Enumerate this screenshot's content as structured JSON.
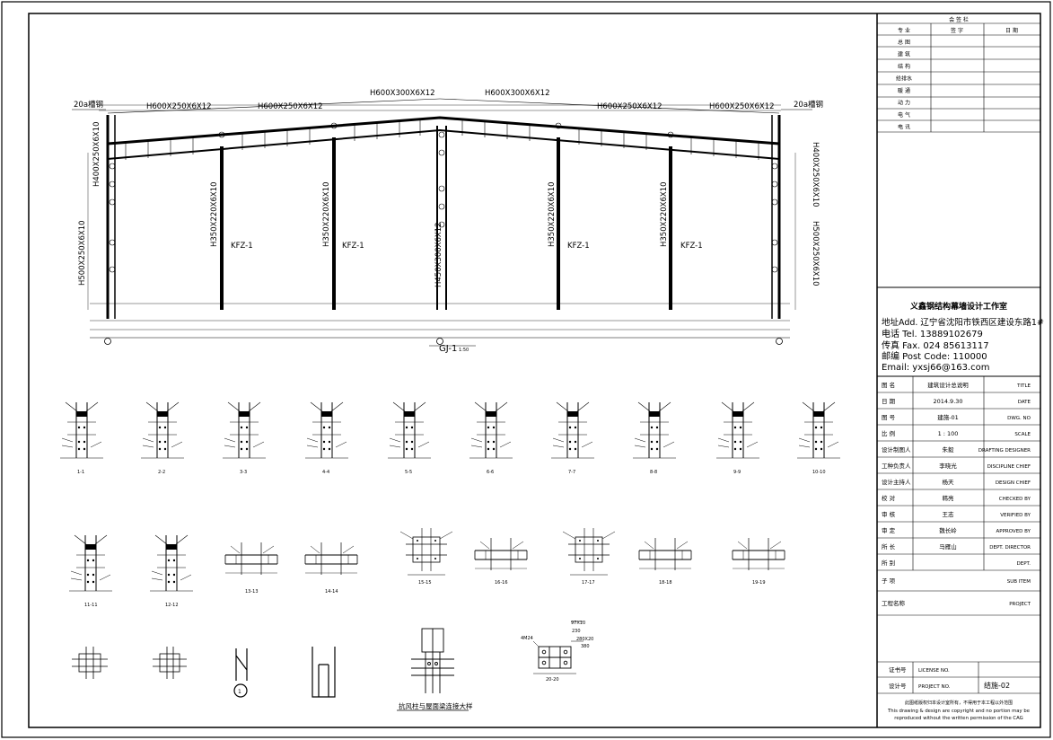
{
  "frame": {
    "bay_labels": [
      "H600X250X6X12",
      "H600X250X6X12",
      "H600X300X6X12",
      "H600X300X6X12",
      "H600X250X6X12",
      "H600X250X6X12"
    ],
    "left_channel": "20a槽钢",
    "right_channel": "20a槽钢",
    "left_col_upper": "H400X250X6X10",
    "left_col_lower": "H500X250X6X10",
    "right_col_upper": "H400X250X6X10",
    "right_col_lower": "H500X250X6X10",
    "inner_cols": [
      "H350X220X6X10",
      "H350X220X6X10",
      "H450X300X6X12",
      "H350X220X6X10",
      "H350X220X6X10"
    ],
    "kfz_labels": [
      "KFZ-1",
      "KFZ-1",
      "KFZ-1",
      "KFZ-1"
    ],
    "frame_title": "GJ-1",
    "frame_scale": "1:50"
  },
  "details": {
    "row1": [
      "1-1",
      "2-2",
      "3-3",
      "4-4",
      "5-5",
      "6-6",
      "7-7",
      "8-8",
      "9-9",
      "10-10"
    ],
    "row2": [
      "11-11",
      "12-12",
      "13-13",
      "14-14",
      "15-15",
      "16-16",
      "17-17",
      "18-18",
      "19-19"
    ],
    "row3_caption": "抗风柱与屋面梁连接大样",
    "row3_section": "20-20",
    "row3_circle": "1",
    "bolt_dims": [
      "97X10",
      "230",
      "280X20",
      "380"
    ],
    "bolt_note": "4M24"
  },
  "signoff": {
    "header": "会 签 栏",
    "cols": [
      "专  业",
      "签  字",
      "日  期"
    ],
    "rows": [
      "总 图",
      "建 筑",
      "结 构",
      "给排水",
      "暖 通",
      "动 力",
      "电 气",
      "电 讯"
    ]
  },
  "studio": {
    "name": "义鑫钢结构幕墙设计工作室",
    "addr": "地址Add. 辽宁省沈阳市铁西区建设东路1#",
    "tel": "电话 Tel.   13889102679",
    "fax": "传真 Fax.  024 85613117",
    "post": "邮编 Post Code:  110000",
    "email": "Email:  yxsj66@163.com"
  },
  "title_block": [
    {
      "cn": "图  名",
      "val": "建筑设计总说明",
      "en": "TITLE"
    },
    {
      "cn": "日  期",
      "val": "2014.9.30",
      "en": "DATE"
    },
    {
      "cn": "图  号",
      "val": "建施-01",
      "en": "DWG. NO"
    },
    {
      "cn": "比  例",
      "val": "1 : 100",
      "en": "SCALE"
    },
    {
      "cn": "设计制图人",
      "val": "朱毅",
      "en": "DRAFTING DESIGNER"
    },
    {
      "cn": "工种负责人",
      "val": "李晓光",
      "en": "DISCIPLINE CHIEF"
    },
    {
      "cn": "设计主持人",
      "val": "杨天",
      "en": "DESIGN CHIEF"
    },
    {
      "cn": "校  对",
      "val": "韩亮",
      "en": "CHECKED BY"
    },
    {
      "cn": "审  核",
      "val": "王志",
      "en": "VERIFIED BY"
    },
    {
      "cn": "审  定",
      "val": "魏长岭",
      "en": "APPROVED BY"
    },
    {
      "cn": "所  长",
      "val": "马雁山",
      "en": "DEPT. DIRECTOR"
    },
    {
      "cn": "所  别",
      "val": "",
      "en": "DEPT."
    }
  ],
  "sub_item": {
    "cn": "子  项",
    "en": "SUB ITEM"
  },
  "project": {
    "cn": "工程名称",
    "en": "PROJECT"
  },
  "license": {
    "cn": "证书号",
    "en": "LICENSE NO."
  },
  "project_no": {
    "cn": "设计号",
    "en": "PROJECT NO.",
    "val": "结施-02"
  },
  "copyright": {
    "cn": "此图纸版权归本设计室所有，不得用于本工程以外范围",
    "en1": "This drawing & design are copyright and no portion may be",
    "en2": "reproduced without the written permission of the CAG"
  }
}
